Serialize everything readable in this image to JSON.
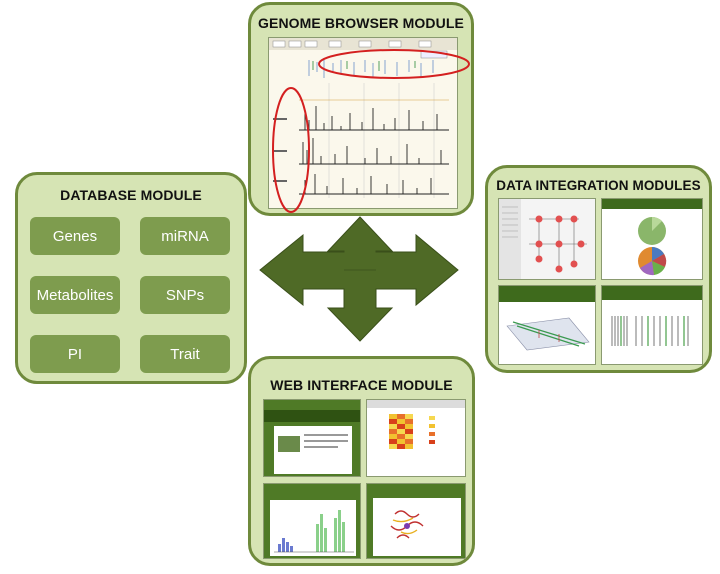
{
  "title_db": "DATABASE MODULE",
  "title_gb": "GENOME BROWSER MODULE",
  "title_di": "DATA INTEGRATION MODULES",
  "title_wi": "WEB INTERFACE MODULE",
  "db_items": [
    "Genes",
    "miRNA",
    "Metabolites",
    "SNPs",
    "PI",
    "Trait"
  ],
  "colors": {
    "panel_fill": "#d6e4b4",
    "panel_border": "#6f8a3c",
    "button_fill": "#7e9c4e",
    "arrow_fill": "#4f6a26",
    "highlight_red": "#d42020"
  }
}
